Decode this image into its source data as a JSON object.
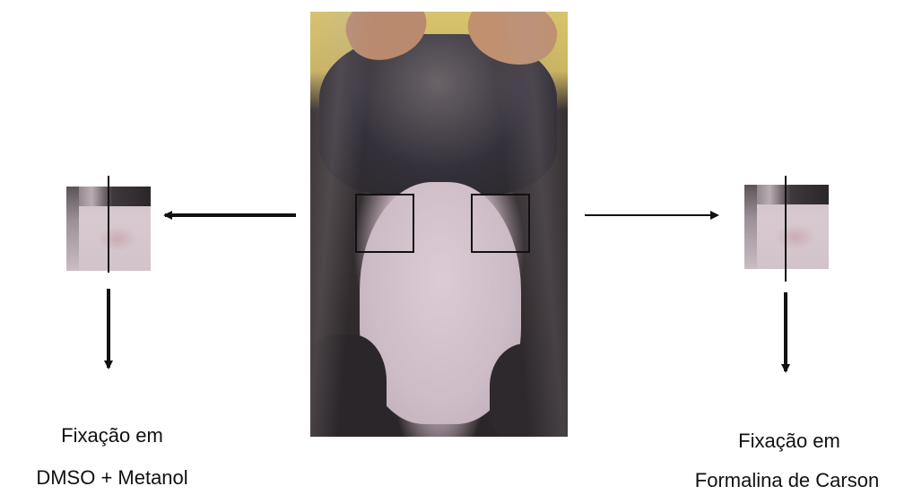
{
  "labels": {
    "left": {
      "line1": "Fixação em",
      "line2": "DMSO + Metanol"
    },
    "right": {
      "line1": "Fixação em",
      "line2": "Formalina de Carson"
    }
  }
}
